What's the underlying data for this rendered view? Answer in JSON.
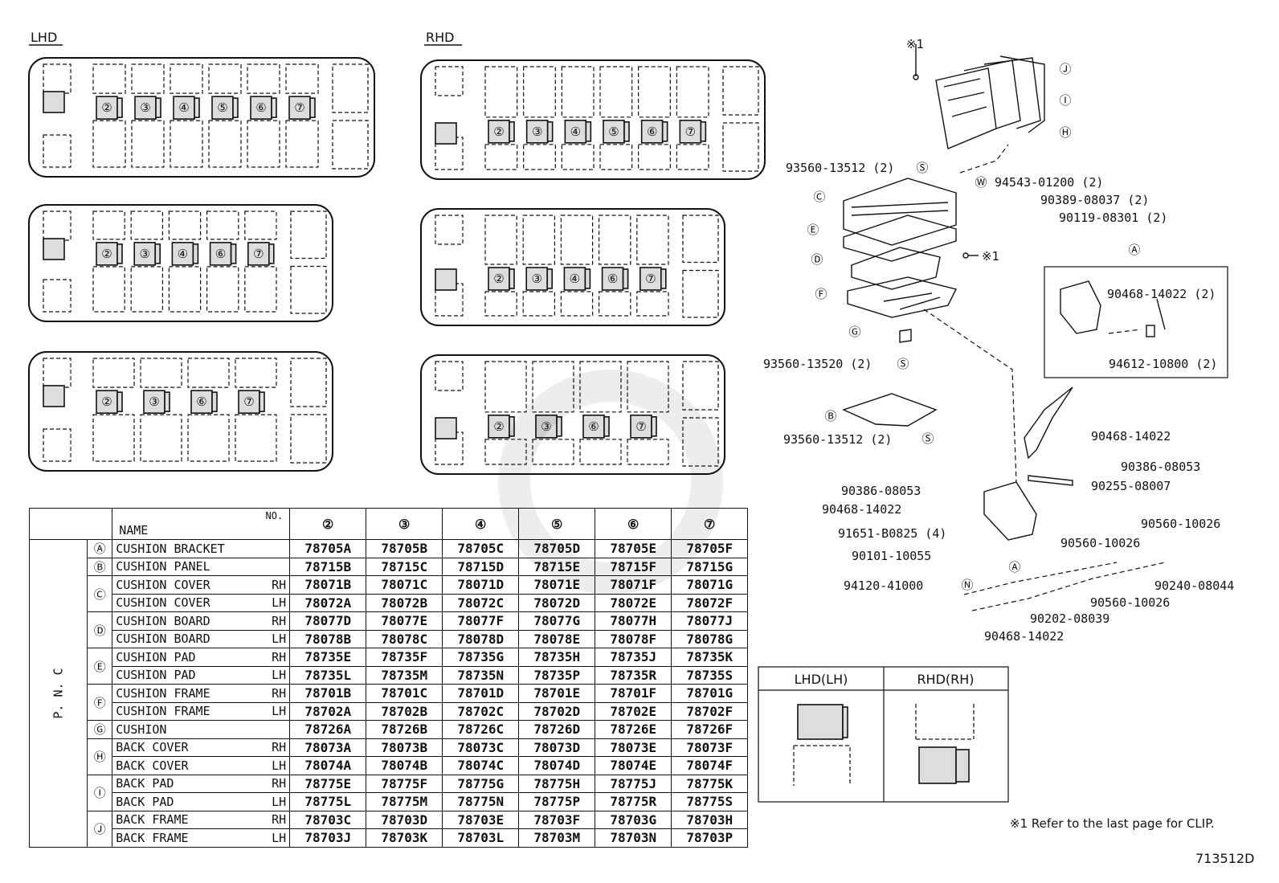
{
  "labels": {
    "lhd": "LHD",
    "rhd": "RHD",
    "footnote": "※1 Refer to the last page for CLIP.",
    "drawing_no": "713512D",
    "clip_ref": "※1",
    "legend_lhd": "LHD(LH)",
    "legend_rhd": "RHD(RH)"
  },
  "parts": {
    "p93560_13512_top": "93560-13512 (2)",
    "p94543": "94543-01200 (2)",
    "p90389": "90389-08037 (2)",
    "p90119": "90119-08301 (2)",
    "p90468_2": "90468-14022 (2)",
    "p94612": "94612-10800 (2)",
    "p93560_13520": "93560-13520 (2)",
    "p93560_13512_bot": "93560-13512 (2)",
    "p90468_r": "90468-14022",
    "p90386_r": "90386-08053",
    "p90255": "90255-08007",
    "p90386_l": "90386-08053",
    "p90468_l": "90468-14022",
    "p91651": "91651-B0825 (4)",
    "p90101": "90101-10055",
    "p94120": "94120-41000",
    "p90560_a": "90560-10026",
    "p90560_b": "90560-10026",
    "p90560_c": "90560-10026",
    "p90240": "90240-08044",
    "p90202": "90202-08039",
    "p90468_bot": "90468-14022"
  },
  "table": {
    "no_label": "NO.",
    "name_label": "NAME",
    "pnc_label": "P. N. C",
    "columns": [
      "②",
      "③",
      "④",
      "⑤",
      "⑥",
      "⑦"
    ],
    "groups": [
      {
        "key": "Ⓐ",
        "rows": [
          {
            "name": "CUSHION BRACKET",
            "side": "",
            "nos": [
              "78705A",
              "78705B",
              "78705C",
              "78705D",
              "78705E",
              "78705F"
            ]
          }
        ]
      },
      {
        "key": "Ⓑ",
        "rows": [
          {
            "name": "CUSHION PANEL",
            "side": "",
            "nos": [
              "78715B",
              "78715C",
              "78715D",
              "78715E",
              "78715F",
              "78715G"
            ]
          }
        ]
      },
      {
        "key": "Ⓒ",
        "rows": [
          {
            "name": "CUSHION COVER",
            "side": "RH",
            "nos": [
              "78071B",
              "78071C",
              "78071D",
              "78071E",
              "78071F",
              "78071G"
            ]
          },
          {
            "name": "CUSHION COVER",
            "side": "LH",
            "nos": [
              "78072A",
              "78072B",
              "78072C",
              "78072D",
              "78072E",
              "78072F"
            ]
          }
        ]
      },
      {
        "key": "Ⓓ",
        "rows": [
          {
            "name": "CUSHION BOARD",
            "side": "RH",
            "nos": [
              "78077D",
              "78077E",
              "78077F",
              "78077G",
              "78077H",
              "78077J"
            ]
          },
          {
            "name": "CUSHION BOARD",
            "side": "LH",
            "nos": [
              "78078B",
              "78078C",
              "78078D",
              "78078E",
              "78078F",
              "78078G"
            ]
          }
        ]
      },
      {
        "key": "Ⓔ",
        "rows": [
          {
            "name": "CUSHION PAD",
            "side": "RH",
            "nos": [
              "78735E",
              "78735F",
              "78735G",
              "78735H",
              "78735J",
              "78735K"
            ]
          },
          {
            "name": "CUSHION PAD",
            "side": "LH",
            "nos": [
              "78735L",
              "78735M",
              "78735N",
              "78735P",
              "78735R",
              "78735S"
            ]
          }
        ]
      },
      {
        "key": "Ⓕ",
        "rows": [
          {
            "name": "CUSHION FRAME",
            "side": "RH",
            "nos": [
              "78701B",
              "78701C",
              "78701D",
              "78701E",
              "78701F",
              "78701G"
            ]
          },
          {
            "name": "CUSHION FRAME",
            "side": "LH",
            "nos": [
              "78702A",
              "78702B",
              "78702C",
              "78702D",
              "78702E",
              "78702F"
            ]
          }
        ]
      },
      {
        "key": "Ⓖ",
        "rows": [
          {
            "name": "CUSHION",
            "side": "",
            "nos": [
              "78726A",
              "78726B",
              "78726C",
              "78726D",
              "78726E",
              "78726F"
            ]
          }
        ]
      },
      {
        "key": "Ⓗ",
        "rows": [
          {
            "name": "BACK COVER",
            "side": "RH",
            "nos": [
              "78073A",
              "78073B",
              "78073C",
              "78073D",
              "78073E",
              "78073F"
            ]
          },
          {
            "name": "BACK COVER",
            "side": "LH",
            "nos": [
              "78074A",
              "78074B",
              "78074C",
              "78074D",
              "78074E",
              "78074F"
            ]
          }
        ]
      },
      {
        "key": "Ⓘ",
        "rows": [
          {
            "name": "BACK PAD",
            "side": "RH",
            "nos": [
              "78775E",
              "78775F",
              "78775G",
              "78775H",
              "78775J",
              "78775K"
            ]
          },
          {
            "name": "BACK PAD",
            "side": "LH",
            "nos": [
              "78775L",
              "78775M",
              "78775N",
              "78775P",
              "78775R",
              "78775S"
            ]
          }
        ]
      },
      {
        "key": "Ⓙ",
        "rows": [
          {
            "name": "BACK FRAME",
            "side": "RH",
            "nos": [
              "78703C",
              "78703D",
              "78703E",
              "78703F",
              "78703G",
              "78703H"
            ]
          },
          {
            "name": "BACK FRAME",
            "side": "LH",
            "nos": [
              "78703J",
              "78703K",
              "78703L",
              "78703M",
              "78703N",
              "78703P"
            ]
          }
        ]
      }
    ]
  },
  "callouts": {
    "A": "Ⓐ",
    "B": "Ⓑ",
    "C": "Ⓒ",
    "D": "Ⓓ",
    "E": "Ⓔ",
    "F": "Ⓕ",
    "G": "Ⓖ",
    "H": "Ⓗ",
    "I": "Ⓘ",
    "J": "Ⓙ",
    "N": "Ⓝ",
    "S": "Ⓢ",
    "W": "Ⓦ"
  },
  "layouts": {
    "lhd_top": [
      "②",
      "③",
      "④",
      "⑤",
      "⑥",
      "⑦"
    ],
    "lhd_mid": [
      "②",
      "③",
      "④",
      "⑥",
      "⑦"
    ],
    "lhd_bot": [
      "②",
      "③",
      "⑥",
      "⑦"
    ],
    "rhd_top": [
      "②",
      "③",
      "④",
      "⑤",
      "⑥",
      "⑦"
    ],
    "rhd_mid": [
      "②",
      "③",
      "④",
      "⑥",
      "⑦"
    ],
    "rhd_bot": [
      "②",
      "③",
      "⑥",
      "⑦"
    ]
  }
}
